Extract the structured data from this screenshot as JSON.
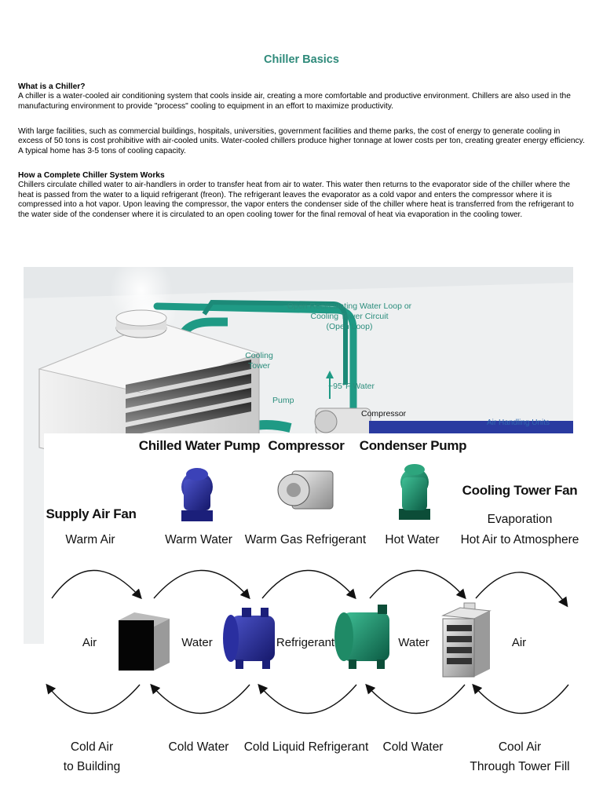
{
  "document": {
    "title": "Chiller Basics",
    "sections": [
      {
        "heading": "What is a Chiller?",
        "body": "A chiller is a water-cooled air conditioning system that cools inside air, creating a more comfortable and productive environment. Chillers are also used in the manufacturing environment to provide \"process\" cooling to equipment in an effort to maximize productivity."
      },
      {
        "heading": "",
        "body": "With large facilities, such as commercial buildings, hospitals, universities, government facilities and theme parks, the cost of energy to generate cooling in excess of 50 tons is cost prohibitive with air-cooled units. Water-cooled chillers produce higher tonnage at lower costs per ton, creating greater energy efficiency. A typical home has 3-5 tons of cooling capacity."
      },
      {
        "heading": "How a Complete Chiller System Works",
        "body": "Chillers circulate chilled water to air-handlers in order to transfer heat from air to water. This water then returns to the evaporator side of the chiller where the heat is passed from the water to a liquid refrigerant (freon). The refrigerant leaves the evaporator as a cold vapor and enters the compressor where it is compressed into a hot vapor. Upon leaving the compressor, the vapor enters the condenser side of the chiller where heat is transferred from the refrigerant to the water side of the condenser where it is circulated to an open cooling tower for the final removal of heat via evaporation in the cooling tower."
      }
    ]
  },
  "illustration": {
    "loop_label_1": "Open Recirculating Water Loop or",
    "loop_label_2": "Cooling Tower Circuit",
    "loop_label_3": "(Open Loop)",
    "cooling_tower_1": "Cooling",
    "cooling_tower_2": "Tower",
    "water_temp": "~95°F Water",
    "pump": "Pump",
    "compressor": "Compressor",
    "air_handling": "Air Handling Units"
  },
  "cycle": {
    "headers": {
      "chilled_water_pump": "Chilled Water Pump",
      "compressor": "Compressor",
      "condenser_pump": "Condenser Pump",
      "supply_air_fan": "Supply Air Fan",
      "cooling_tower_fan": "Cooling Tower Fan"
    },
    "top_labels": {
      "warm_air": "Warm Air",
      "warm_water": "Warm Water",
      "warm_gas": "Warm Gas Refrigerant",
      "hot_water": "Hot Water",
      "evaporation_1": "Evaporation",
      "evaporation_2": "Hot Air to Atmosphere"
    },
    "mid_labels": {
      "air_left": "Air",
      "water_left": "Water",
      "refrigerant": "Refrigerant",
      "water_right": "Water",
      "air_right": "Air"
    },
    "bottom_labels": {
      "cold_air_1": "Cold Air",
      "cold_air_2": "to Building",
      "cold_water_1": "Cold Water",
      "cold_liquid": "Cold Liquid Refrigerant",
      "cold_water_2": "Cold Water",
      "cool_air_1": "Cool Air",
      "cool_air_2": "Through Tower Fill"
    }
  },
  "colors": {
    "title": "#2e8a7a",
    "teal_equipment": "#1e8a6c",
    "blue_equipment": "#2a2f9e",
    "pipe_teal": "#1f9a85"
  }
}
